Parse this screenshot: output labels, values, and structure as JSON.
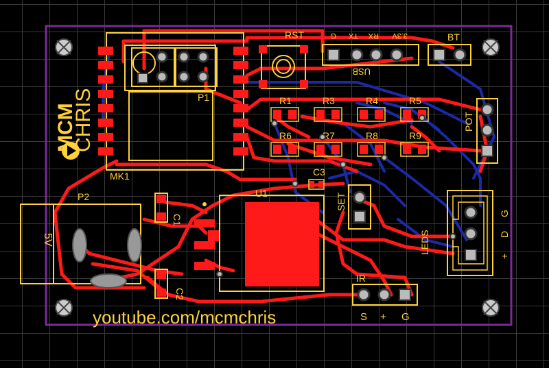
{
  "board": {
    "colors": {
      "background": "#000000",
      "grid": "#3a3a3a",
      "outline": "#7a2a9a",
      "top_copper": "#ff1a1a",
      "bottom_copper": "#1a2aa8",
      "silkscreen": "#ffd23c",
      "pad_fill": "#bbbbbb"
    },
    "logo": {
      "line1": "MCM",
      "line2": "CHRIS"
    },
    "labels": {
      "mk1": "MK1",
      "p1": "P1",
      "p2": "P2",
      "rst": "RST",
      "usb": "USB",
      "bt": "BT",
      "pot": "POT",
      "set": "SET",
      "leds": "LEDS",
      "ir": "IR",
      "u1": "U1",
      "c1": "C1",
      "c2": "C2",
      "c3": "C3",
      "vin": "5V",
      "r1": "R1",
      "r3": "R3",
      "r4": "R4",
      "r5": "R5",
      "r6": "R6",
      "r7": "R7",
      "r8": "R8",
      "r9": "R9"
    },
    "usb_pins": [
      "G",
      "TX",
      "RX",
      "3.3V"
    ],
    "leds_pins": [
      "G",
      "D",
      "+"
    ],
    "ir_pins": [
      "S",
      "+",
      "G"
    ],
    "footer_text": "youtube.com/mcmchris"
  }
}
